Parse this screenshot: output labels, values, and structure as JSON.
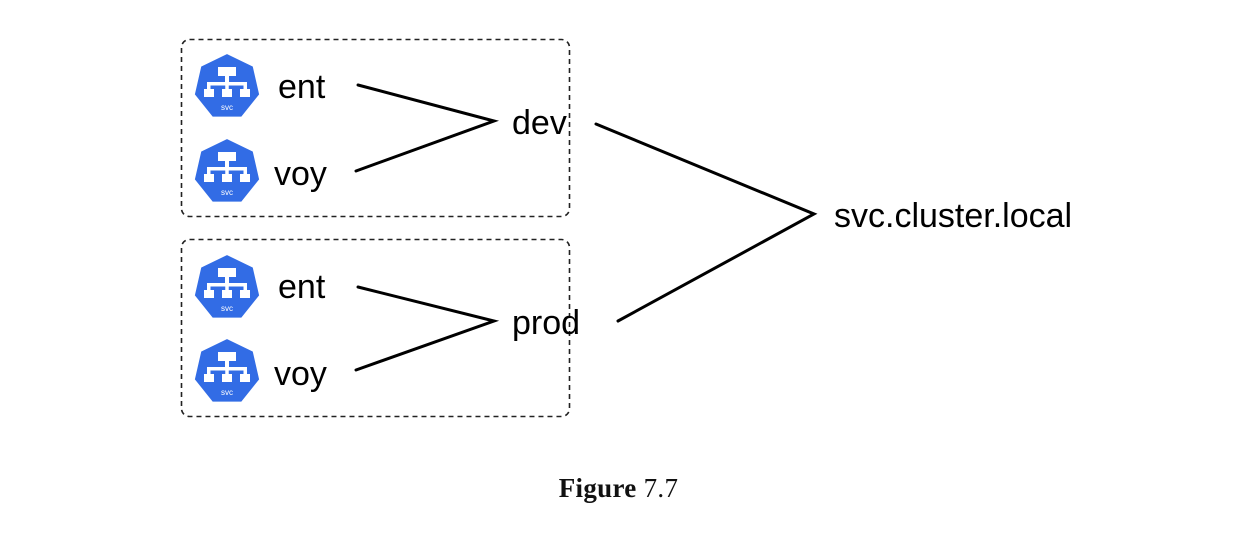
{
  "diagram": {
    "groups": [
      {
        "label": "dev",
        "services": [
          {
            "name": "ent",
            "icon": "kubernetes-svc-icon",
            "icon_text": "svc"
          },
          {
            "name": "voy",
            "icon": "kubernetes-svc-icon",
            "icon_text": "svc"
          }
        ]
      },
      {
        "label": "prod",
        "services": [
          {
            "name": "ent",
            "icon": "kubernetes-svc-icon",
            "icon_text": "svc"
          },
          {
            "name": "voy",
            "icon": "kubernetes-svc-icon",
            "icon_text": "svc"
          }
        ]
      }
    ],
    "root_label": "svc.cluster.local",
    "colors": {
      "icon_fill": "#326CE5",
      "icon_glyph": "#ffffff",
      "line": "#000000",
      "border": "#222222"
    }
  },
  "caption": {
    "word": "Figure",
    "number": "7.7"
  }
}
